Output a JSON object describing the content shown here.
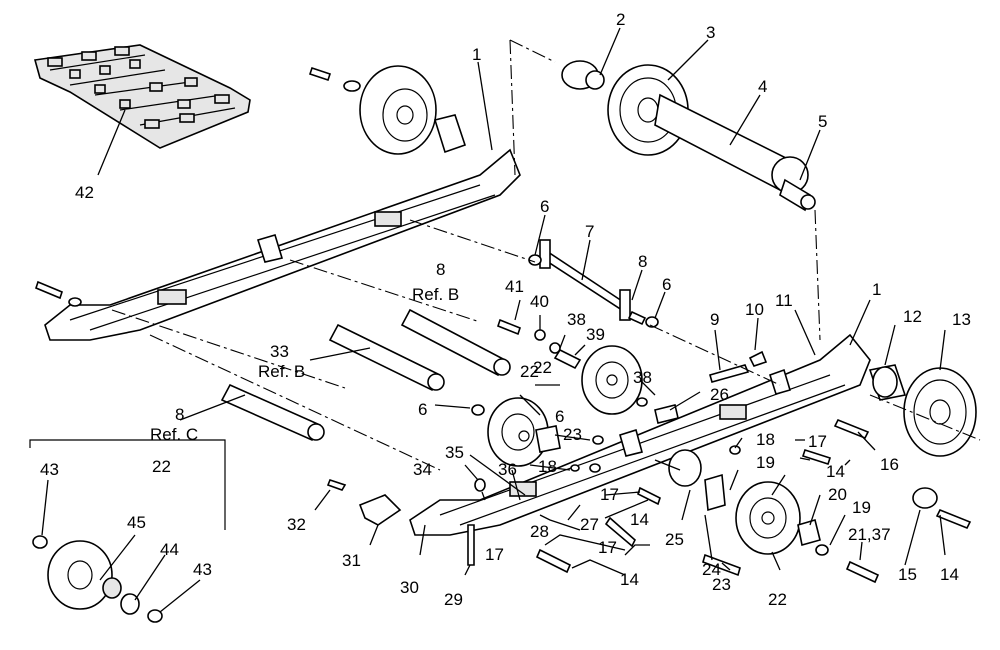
{
  "diagram": {
    "callouts": {
      "c1a": "1",
      "c1b": "1",
      "c2": "2",
      "c3": "3",
      "c4": "4",
      "c5": "5",
      "c6a": "6",
      "c6b": "6",
      "c6c": "6",
      "c6d": "6",
      "c7": "7",
      "c8a": "8",
      "c8b": "8",
      "c8c": "8",
      "c9": "9",
      "c10": "10",
      "c11": "11",
      "c12": "12",
      "c13": "13",
      "c14a": "14",
      "c14b": "14",
      "c14c": "14",
      "c14d": "14",
      "c15": "15",
      "c16": "16",
      "c17a": "17",
      "c17b": "17",
      "c17c": "17",
      "c17d": "17",
      "c18a": "18",
      "c18b": "18",
      "c19a": "19",
      "c19b": "19",
      "c20": "20",
      "c2137": "21,37",
      "c22a": "22",
      "c22b": "22",
      "c22c": "22",
      "c22d": "22",
      "c23a": "23",
      "c23b": "23",
      "c24": "24",
      "c25": "25",
      "c26": "26",
      "c27": "27",
      "c28": "28",
      "c29": "29",
      "c30": "30",
      "c31": "31",
      "c32": "32",
      "c33": "33",
      "c34": "34",
      "c35": "35",
      "c36": "36",
      "c38a": "38",
      "c38b": "38",
      "c39": "39",
      "c40": "40",
      "c41": "41",
      "c42": "42",
      "c43a": "43",
      "c43b": "43",
      "c44": "44",
      "c45": "45"
    },
    "refs": {
      "ref_b1": "Ref. B",
      "ref_b2": "Ref. B",
      "ref_c": "Ref. C"
    }
  }
}
